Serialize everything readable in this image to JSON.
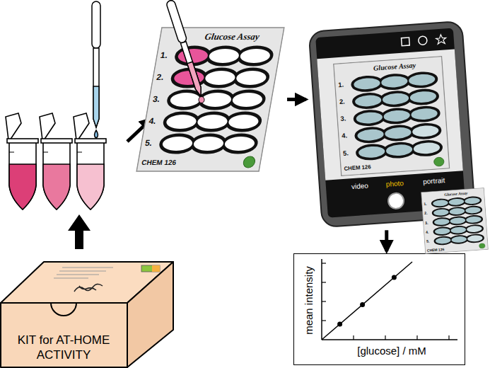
{
  "diagram": {
    "nodes": [
      {
        "text": [
          "KIT for AT-HOME ACTIVITY"
        ]
      },
      {
        "text": [
          "Glucose Assay",
          "1.",
          "2.",
          "3.",
          "4.",
          "5.",
          "CHEM 126"
        ]
      },
      {
        "text": [
          "video",
          "photo",
          "portrait"
        ]
      },
      {
        "text": [
          "Glucose Assay",
          "1.",
          "2.",
          "3.",
          "4.",
          "5.",
          "CHEM 126"
        ],
        "in": 2
      },
      {
        "text": [
          "Glucose Assay",
          "1.",
          "2.",
          "3.",
          "4.",
          "5.",
          "CHEM 126"
        ]
      },
      {
        "text": [
          "mean intensity",
          "[glucose] / mM"
        ]
      }
    ],
    "edges": [
      {
        "from": 1,
        "to": 2,
        "arrow": "to"
      },
      {
        "from": 2,
        "to": 5,
        "arrow": "to"
      }
    ]
  }
}
